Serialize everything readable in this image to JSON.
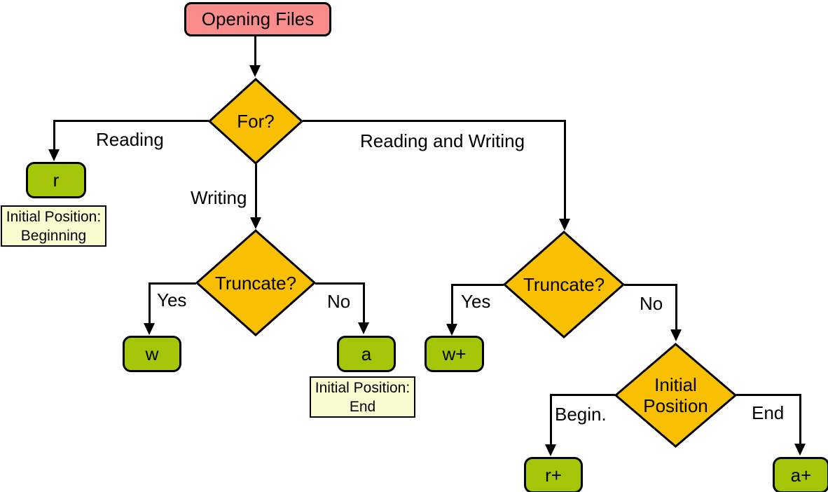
{
  "diagram": {
    "type": "flowchart",
    "topic": "Opening Files"
  },
  "colors": {
    "terminal_fill": "#FA8C8C",
    "decision_fill": "#F8C000",
    "result_fill": "#A3C608",
    "note_fill": "#FBFBD0",
    "stroke": "#000000",
    "background": "#FFFFFF"
  },
  "nodes": {
    "opening": {
      "label": "Opening Files"
    },
    "for_decision": {
      "label": "For?"
    },
    "truncate_left": {
      "label": "Truncate?"
    },
    "truncate_right": {
      "label": "Truncate?"
    },
    "initial_position_decision": {
      "lines": [
        "Initial",
        "Position"
      ]
    },
    "mode_r": {
      "label": "r"
    },
    "mode_w": {
      "label": "w"
    },
    "mode_a": {
      "label": "a"
    },
    "mode_w_plus": {
      "label": "w+"
    },
    "mode_r_plus": {
      "label": "r+"
    },
    "mode_a_plus": {
      "label": "a+"
    }
  },
  "notes": {
    "note_r": {
      "lines": [
        "Initial Position:",
        "Beginning"
      ]
    },
    "note_a": {
      "lines": [
        "Initial Position:",
        "End"
      ]
    }
  },
  "edge_labels": {
    "reading": "Reading",
    "writing": "Writing",
    "reading_and_writing": "Reading and Writing",
    "truncate_left_yes": "Yes",
    "truncate_left_no": "No",
    "truncate_right_yes": "Yes",
    "truncate_right_no": "No",
    "initial_begin": "Begin.",
    "initial_end": "End"
  }
}
